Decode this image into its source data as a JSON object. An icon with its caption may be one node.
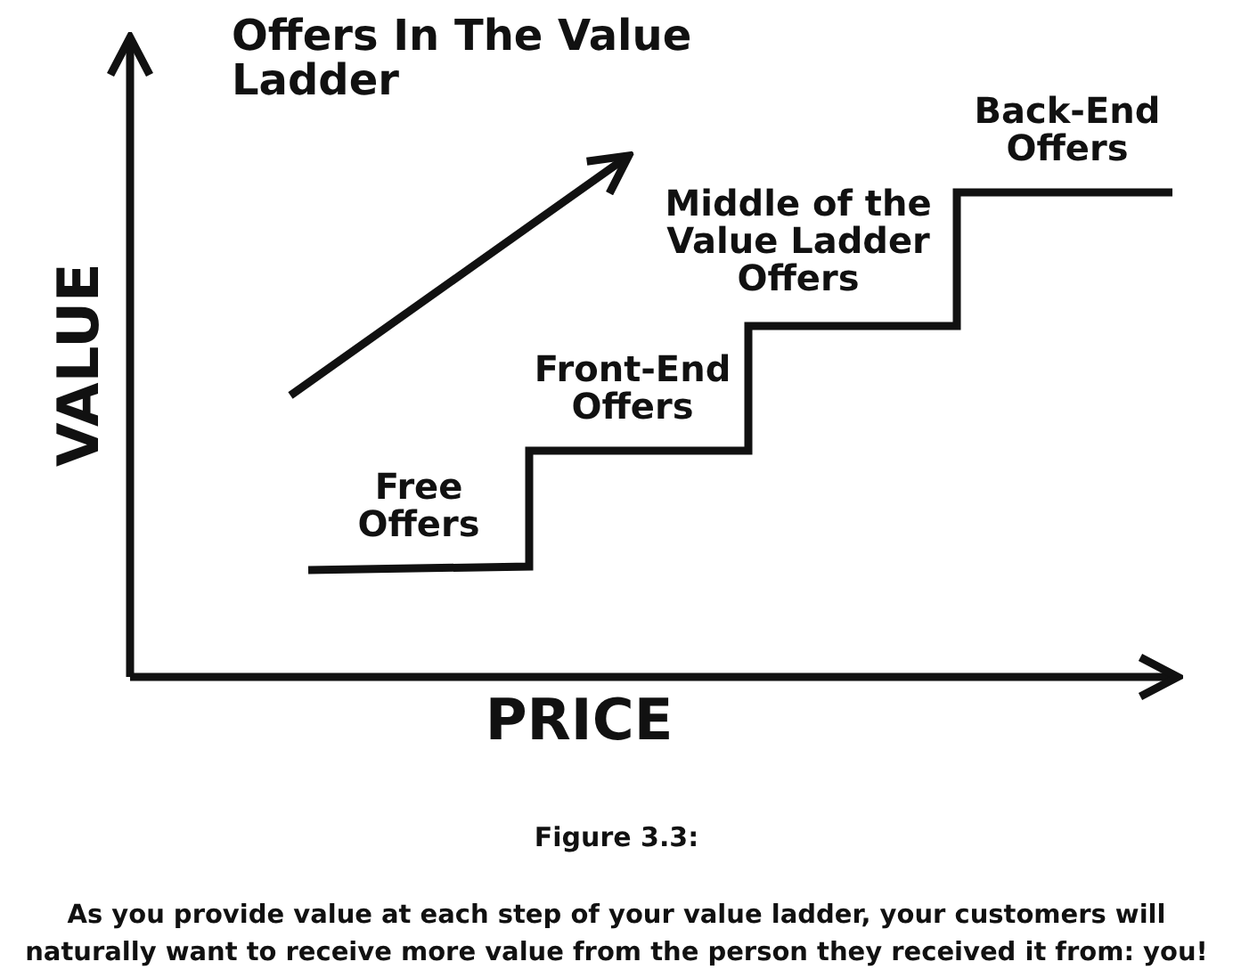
{
  "diagram": {
    "title": "Offers In The Value Ladder",
    "caption": "Figure 3.3:",
    "labels": [
      "Back-End Offers",
      "Middle of the Value Ladder Offers",
      "Front-End Offers",
      "VALUE",
      "Free Offers",
      "PRICE",
      "As you provide value at each step of your value ladder, your customers will naturally want to receive more value from the person they received it from: you!"
    ]
  }
}
